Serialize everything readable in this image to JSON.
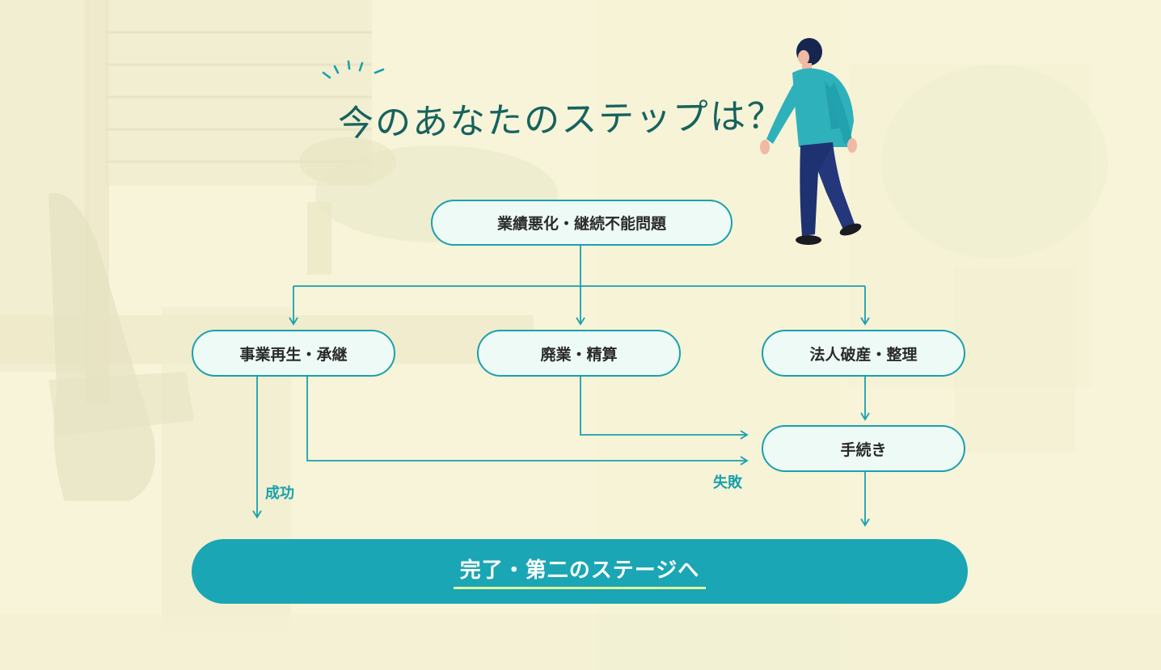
{
  "headline": "今のあなたのステップは？",
  "nodes": {
    "top": "業績悪化・継続不能問題",
    "revival": "事業再生・承継",
    "closure": "廃業・精算",
    "bankruptcy": "法人破産・整理",
    "procedure": "手続き"
  },
  "edge_labels": {
    "success": "成功",
    "failure": "失敗"
  },
  "final_label": "完了・第二のステージへ",
  "colors": {
    "accent": "#1aa0ad",
    "final_bg": "#1aa6b4",
    "highlight": "#e4f59a",
    "headline": "#17625e",
    "background": "#f7f4d9"
  }
}
